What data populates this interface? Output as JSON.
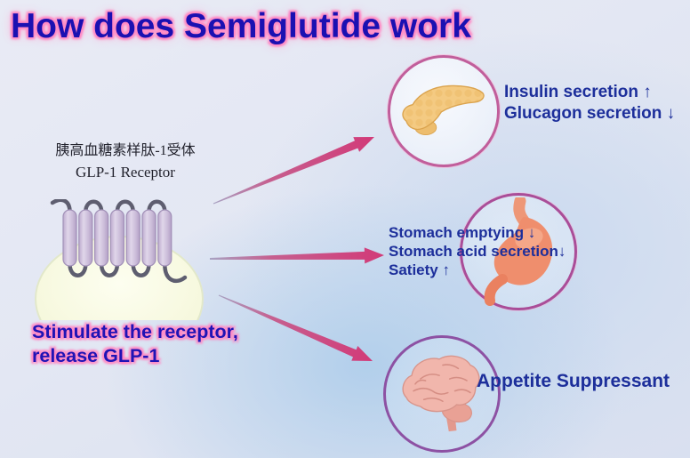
{
  "title": "How does Semiglutide work",
  "receptor": {
    "label_zh": "胰高血糖素样肽-1受体",
    "label_en": "GLP-1 Receptor",
    "caption": {
      "line1": "Stimulate the receptor,",
      "line2": "release GLP-1"
    }
  },
  "targets": {
    "pancreas": {
      "organ": "pancreas",
      "effects": [
        "Insulin secretion ↑",
        "Glucagon secretion ↓"
      ]
    },
    "stomach": {
      "organ": "stomach",
      "effects": [
        "Stomach emptying ↓",
        "Stomach acid secretion↓",
        "Satiety ↑"
      ]
    },
    "brain": {
      "organ": "brain",
      "effects": [
        "Appetite Suppressant"
      ]
    }
  },
  "colors": {
    "title_text": "#1b10b2",
    "title_glow": "#ff8ac5",
    "effect_text": "#1d2f9b",
    "caption_text": "#2013b5",
    "arrow": "#d23a78",
    "circle_border_pancreas": "#c15e9b",
    "circle_border_stomach": "#aa4d98",
    "circle_border_brain": "#8d51a3",
    "membrane": "#f7f9dd",
    "helix": "#cbbcd9"
  }
}
